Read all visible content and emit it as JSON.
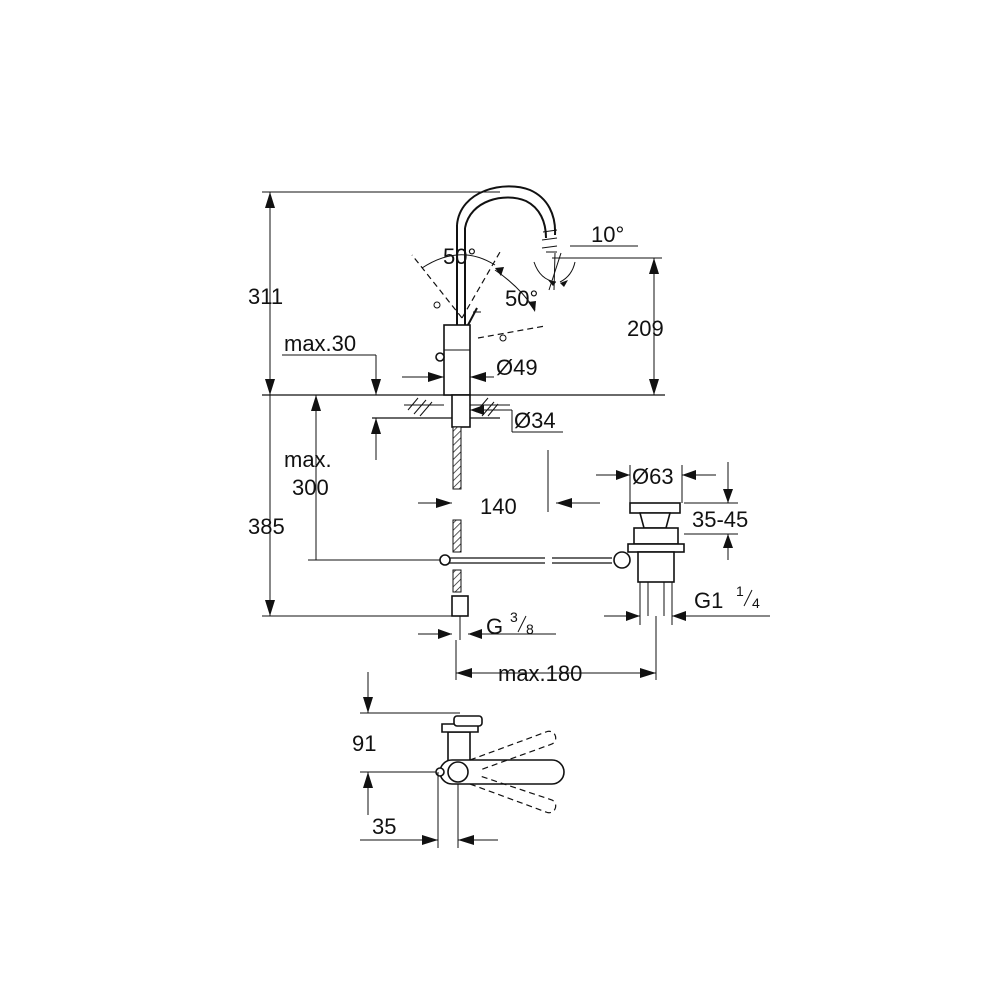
{
  "labels": {
    "height_total": "311",
    "angle_left": "50°",
    "angle_tilt": "10°",
    "angle_right": "50°",
    "spout_height": "209",
    "max_deck": "max.30",
    "diam_body": "Ø49",
    "diam_hole": "Ø34",
    "max_300_a": "max.",
    "max_300_b": "300",
    "lower_total": "385",
    "pop_up_offset": "140",
    "diam_waste": "Ø63",
    "range_waste": "35-45",
    "g_waste": "G1",
    "g_waste_num": "1",
    "g_waste_den": "4",
    "g_conn": "G",
    "g_conn_num": "3",
    "g_conn_den": "8",
    "max_180": "max.180",
    "plan_depth": "91",
    "plan_offset": "35"
  }
}
